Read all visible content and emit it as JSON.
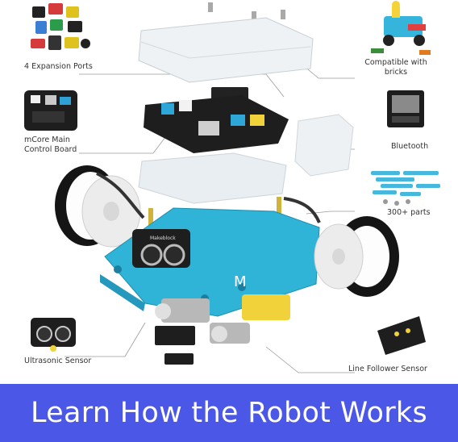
{
  "labels": {
    "expansion_ports": "4 Expansion Ports",
    "mcore_line1": "mCore Main",
    "mcore_line2": "Control Board",
    "bricks_line1": "Compatible with",
    "bricks_line2": "bricks",
    "bluetooth": "Bluetooth",
    "parts": "300+ parts",
    "ultrasonic": "Ultrasonic Sensor",
    "line_follower": "Line Follower Sensor"
  },
  "sensor_brand": "Makeblock",
  "banner": {
    "text": "Learn How the Robot Works"
  },
  "colors": {
    "banner": "#4b57e6",
    "chassis": "#2fb3d6",
    "board": "#1e1e1e",
    "acrylic": "#e6ecf1",
    "motor": "#f2d23a",
    "tire": "#151515"
  }
}
